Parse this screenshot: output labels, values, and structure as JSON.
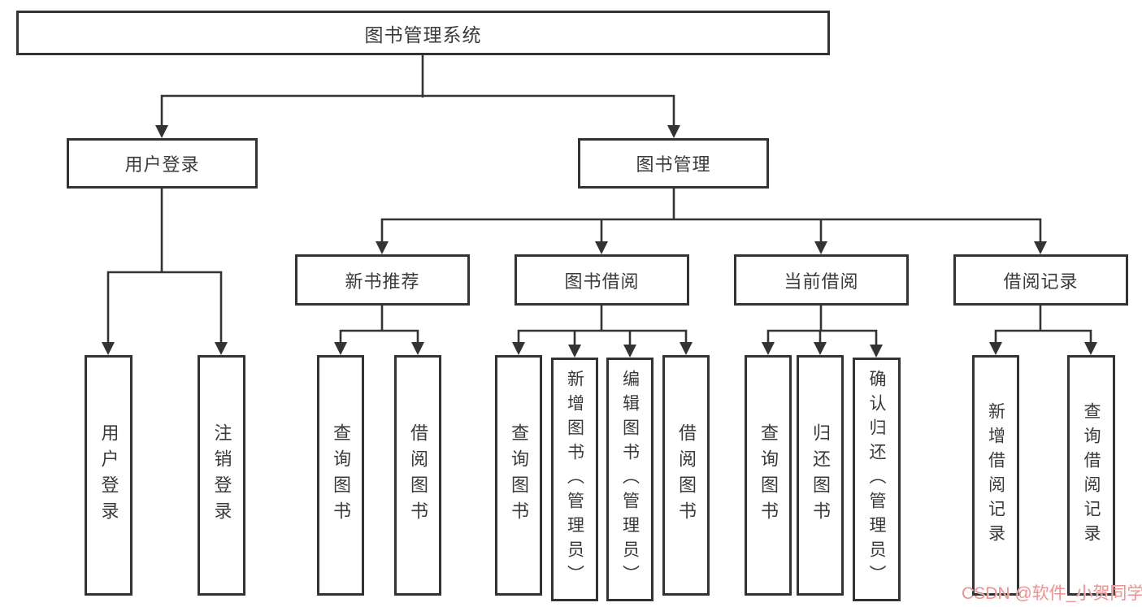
{
  "diagram": {
    "root": {
      "label": "图书管理系统"
    },
    "user_login": {
      "label": "用户登录",
      "children": [
        {
          "label": "用户登录"
        },
        {
          "label": "注销登录"
        }
      ]
    },
    "book_management": {
      "label": "图书管理",
      "sections": [
        {
          "label": "新书推荐",
          "children": [
            {
              "label": "查询图书"
            },
            {
              "label": "借阅图书"
            }
          ]
        },
        {
          "label": "图书借阅",
          "children": [
            {
              "label": "查询图书"
            },
            {
              "label": "新增图书（管理员）"
            },
            {
              "label": "编辑图书（管理员）"
            },
            {
              "label": "借阅图书"
            }
          ]
        },
        {
          "label": "当前借阅",
          "children": [
            {
              "label": "查询图书"
            },
            {
              "label": "归还图书"
            },
            {
              "label": "确认归还（管理员）"
            }
          ]
        },
        {
          "label": "借阅记录",
          "children": [
            {
              "label": "新增借阅记录"
            },
            {
              "label": "查询借阅记录"
            }
          ]
        }
      ]
    }
  },
  "watermark": {
    "text": "CSDN @软件_小贺同学",
    "color": "#f0908f"
  },
  "colors": {
    "line": "#333333",
    "box_border": "#333333",
    "label_text": "#3a3a3a",
    "background": "#ffffff"
  }
}
